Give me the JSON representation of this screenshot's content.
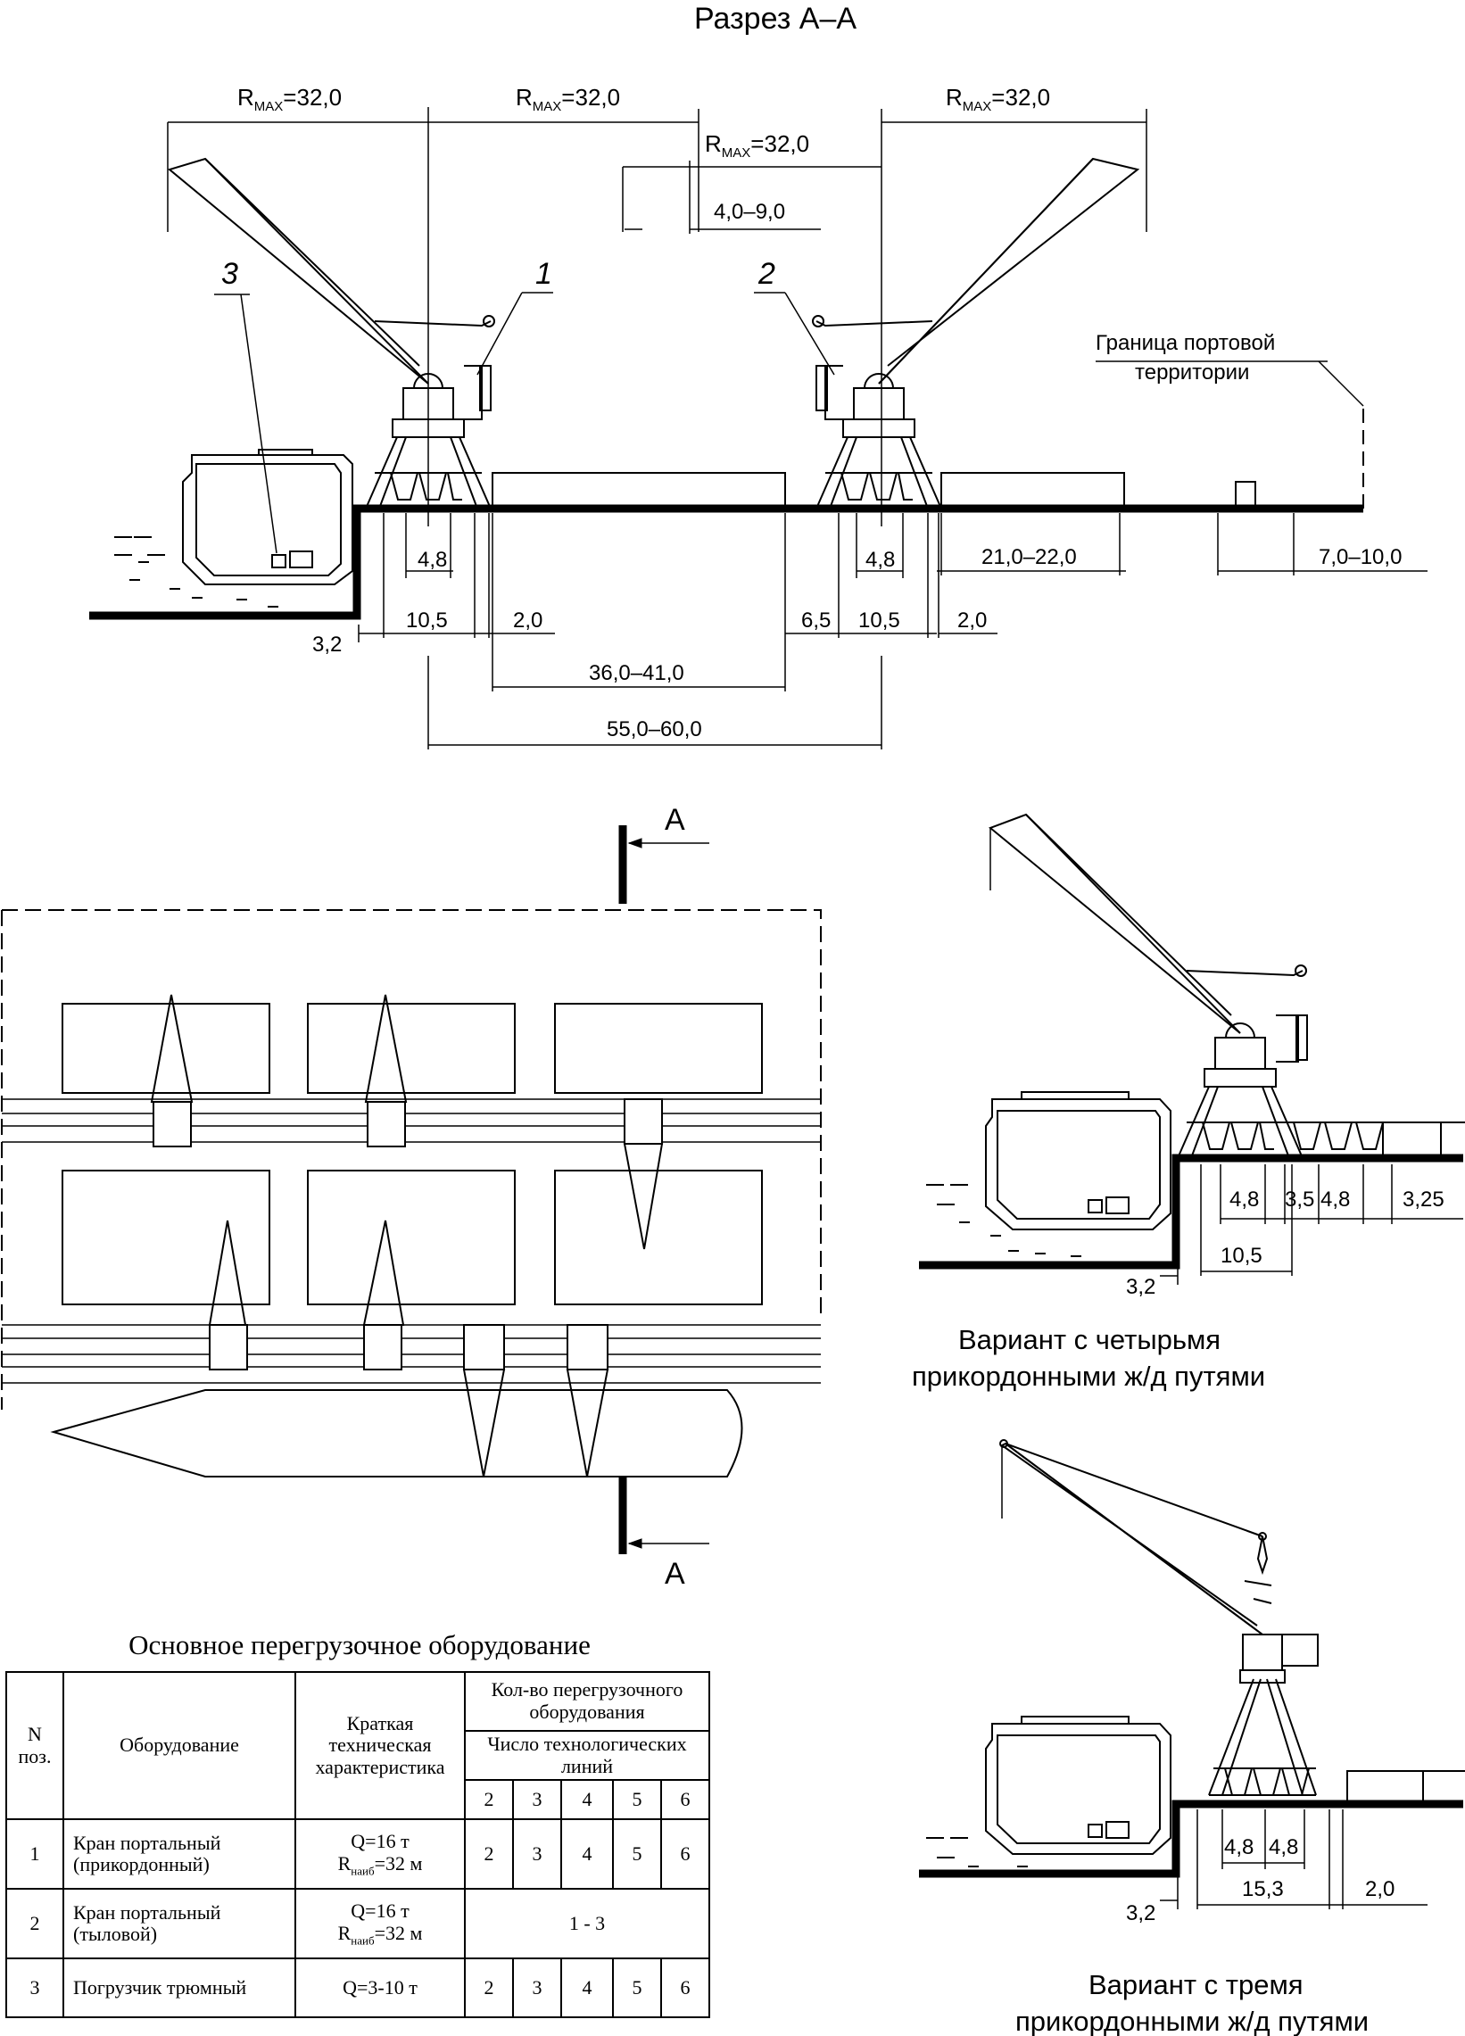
{
  "section": {
    "title": "Разрез  А–А",
    "radius_label": "R",
    "radius_sub": "MAX",
    "radius_value": "=32,0",
    "callouts": [
      "1",
      "2",
      "3"
    ],
    "boundary_line1": "Граница портовой",
    "boundary_line2": "территории",
    "dims": {
      "d_4_9": "4,0–9,0",
      "d_4_8": "4,8",
      "d_10_5": "10,5",
      "d_3_2": "3,2",
      "d_2_0": "2,0",
      "d_6_5": "6,5",
      "d_21_22": "21,0–22,0",
      "d_7_10": "7,0–10,0",
      "d_36_41": "36,0–41,0",
      "d_55_60": "55,0–60,0"
    }
  },
  "plan": {
    "cut_label": "А"
  },
  "variant4": {
    "caption_line1": "Вариант с четырьмя",
    "caption_line2": "прикордонными ж/д путями",
    "dims": {
      "a": "4,8",
      "b": "3,5",
      "c": "4,8",
      "d": "3,25",
      "e": "10,5",
      "f": "3,2"
    }
  },
  "variant3": {
    "caption_line1": "Вариант с тремя",
    "caption_line2": "прикордонными ж/д путями",
    "dims": {
      "a": "4,8",
      "b": "4,8",
      "c": "15,3",
      "d": "2,0",
      "e": "3,2"
    }
  },
  "table": {
    "title": "Основное перегрузочное оборудование",
    "headers": {
      "pos": "N поз.",
      "equipment": "Оборудование",
      "spec": "Краткая техническая характеристика",
      "qty": "Кол-во перегрузочного оборудования",
      "lines": "Число технологических линий",
      "line_counts": [
        "2",
        "3",
        "4",
        "5",
        "6"
      ]
    },
    "rows": [
      {
        "pos": "1",
        "name": "Кран портальный (прикордонный)",
        "spec_q": "Q=16 т",
        "spec_r": "R",
        "spec_r_sub": "наиб",
        "spec_r_val": "=32 м",
        "values": [
          "2",
          "3",
          "4",
          "5",
          "6"
        ]
      },
      {
        "pos": "2",
        "name": "Кран портальный (тыловой)",
        "spec_q": "Q=16 т",
        "spec_r": "R",
        "spec_r_sub": "наиб",
        "spec_r_val": "=32 м",
        "merged": "1 - 3"
      },
      {
        "pos": "3",
        "name": "Погрузчик трюмный",
        "spec_q": "Q=3-10 т",
        "values": [
          "2",
          "3",
          "4",
          "5",
          "6"
        ]
      }
    ]
  }
}
